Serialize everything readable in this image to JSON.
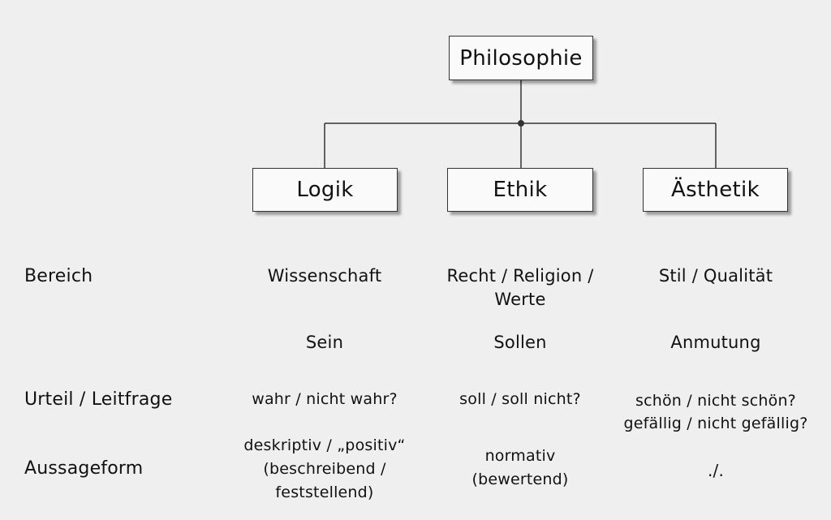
{
  "tree": {
    "root": "Philosophie",
    "children": [
      "Logik",
      "Ethik",
      "Ästhetik"
    ]
  },
  "rows": {
    "bereich": {
      "label": "Bereich",
      "logik": "Wissenschaft",
      "ethik": "Recht / Religion /\nWerte",
      "aesthetik": "Stil / Qualität"
    },
    "sein": {
      "label": "",
      "logik": "Sein",
      "ethik": "Sollen",
      "aesthetik": "Anmutung"
    },
    "urteil": {
      "label": "Urteil / Leitfrage",
      "logik": "wahr / nicht wahr?",
      "ethik": "soll / soll nicht?",
      "aesthetik": "schön / nicht schön?\ngefällig / nicht gefällig?"
    },
    "aussage": {
      "label": "Aussageform",
      "logik": "deskriptiv / „positiv“\n(beschreibend /\nfeststellend)",
      "ethik": "normativ\n(bewertend)",
      "aesthetik": "./."
    }
  }
}
